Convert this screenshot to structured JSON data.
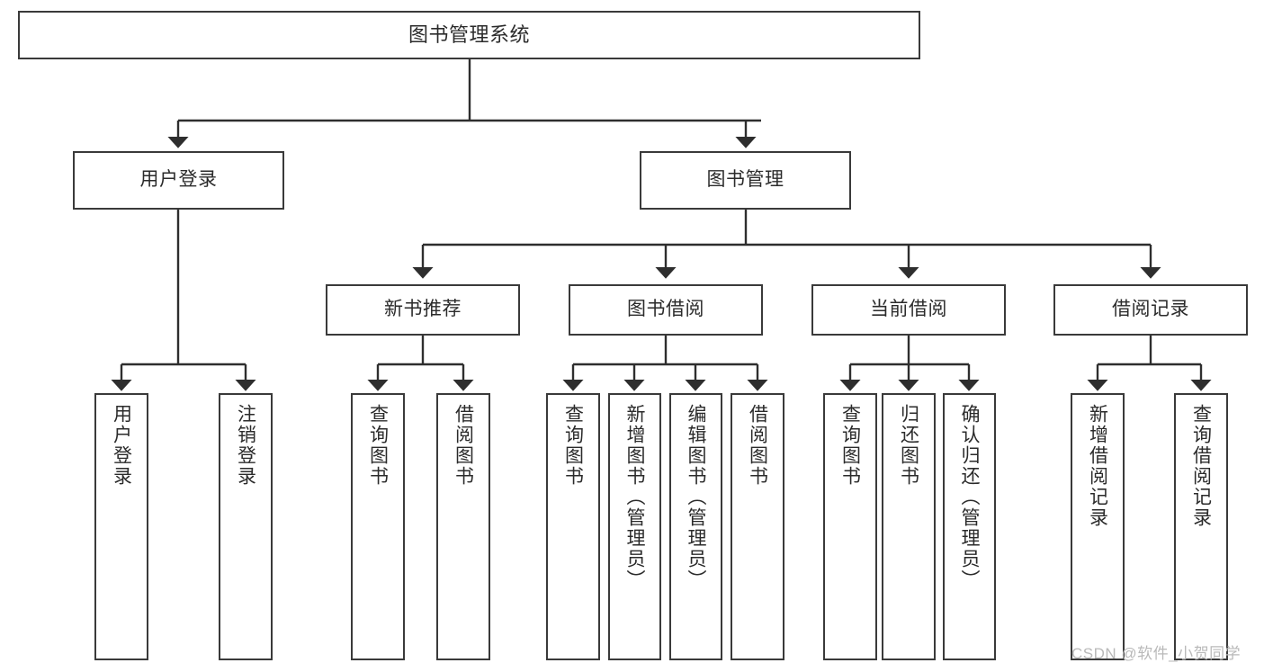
{
  "diagram": {
    "title": "图书管理系统",
    "type": "tree-hierarchy",
    "root": {
      "label": "图书管理系统"
    },
    "level2": [
      {
        "label": "用户登录"
      },
      {
        "label": "图书管理"
      }
    ],
    "level3": [
      {
        "label": "新书推荐"
      },
      {
        "label": "图书借阅"
      },
      {
        "label": "当前借阅"
      },
      {
        "label": "借阅记录"
      }
    ],
    "leaves": {
      "user_login": [
        {
          "label": "用户登录"
        },
        {
          "label": "注销登录"
        }
      ],
      "new_book_recommend": [
        {
          "label": "查询图书"
        },
        {
          "label": "借阅图书"
        }
      ],
      "book_borrow": [
        {
          "label": "查询图书"
        },
        {
          "label": "新增图书（管理员）"
        },
        {
          "label": "编辑图书（管理员）"
        },
        {
          "label": "借阅图书"
        }
      ],
      "current_borrow": [
        {
          "label": "查询图书"
        },
        {
          "label": "归还图书"
        },
        {
          "label": "确认归还（管理员）"
        }
      ],
      "borrow_records": [
        {
          "label": "新增借阅记录"
        },
        {
          "label": "查询借阅记录"
        }
      ]
    }
  },
  "watermark": {
    "text": "CSDN @软件_小贺同学"
  },
  "colors": {
    "stroke": "#3a3a3a",
    "background": "#ffffff",
    "text": "#2b2b2b",
    "watermark": "#b9b9b9"
  }
}
